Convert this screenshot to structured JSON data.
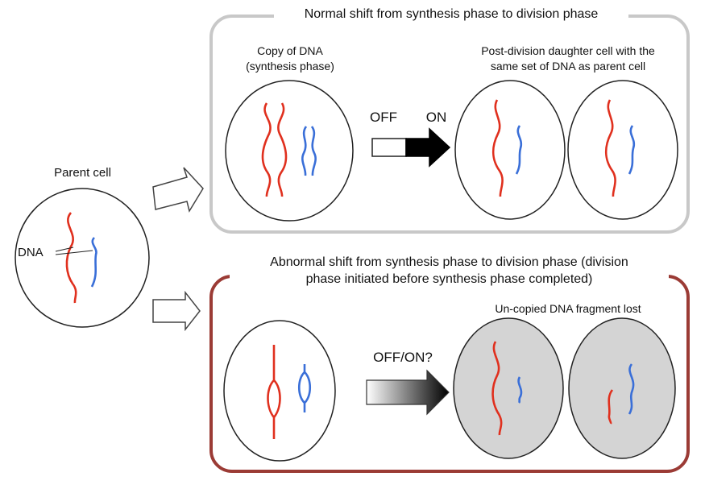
{
  "parent": {
    "title": "Parent cell",
    "dna_label": "DNA"
  },
  "normal": {
    "title": "Normal shift from synthesis phase to division phase",
    "copy_label_line1": "Copy of DNA",
    "copy_label_line2": "(synthesis phase)",
    "switch_off": "OFF",
    "switch_on": "ON",
    "daughter_label_line1": "Post-division daughter cell with the",
    "daughter_label_line2": "same set of DNA as parent cell"
  },
  "abnormal": {
    "title_line1": "Abnormal shift from synthesis phase to division phase (division",
    "title_line2": "phase initiated before synthesis phase completed)",
    "switch_label": "OFF/ON?",
    "lost_label": "Un-copied DNA fragment lost"
  },
  "colors": {
    "normal_border": "#c8c8c8",
    "abnormal_border": "#9b3b35",
    "dna_red": "#e0301e",
    "dna_blue": "#3a6fd8",
    "gray_cell": "#d4d4d4"
  }
}
